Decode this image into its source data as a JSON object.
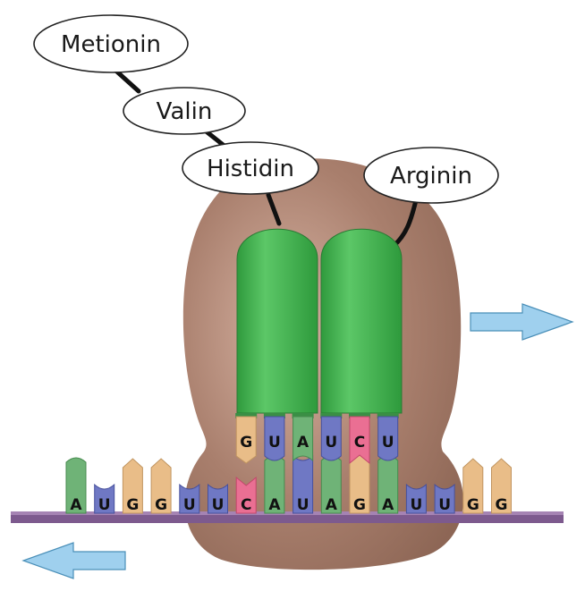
{
  "peptide_chain": [
    "Metionin",
    "Valin",
    "Histidin"
  ],
  "incoming_amino_acid": "Arginin",
  "mrna_bases": [
    "A",
    "U",
    "G",
    "G",
    "U",
    "U",
    "C",
    "A",
    "U",
    "A",
    "G",
    "A",
    "U",
    "U",
    "G",
    "G"
  ],
  "trna_left_anticodon": [
    "G",
    "U",
    "A"
  ],
  "trna_right_anticodon": [
    "U",
    "C",
    "U"
  ],
  "base_colors": {
    "A": "#6fb377",
    "U": "#6f78c4",
    "G": "#e9bd88",
    "C": "#ea6f93"
  },
  "colors": {
    "ribosome": "#a57b69",
    "trna": "#3fae4d",
    "mrna_backbone": "#7d5a8e",
    "arrow": "#9fd0ee"
  }
}
